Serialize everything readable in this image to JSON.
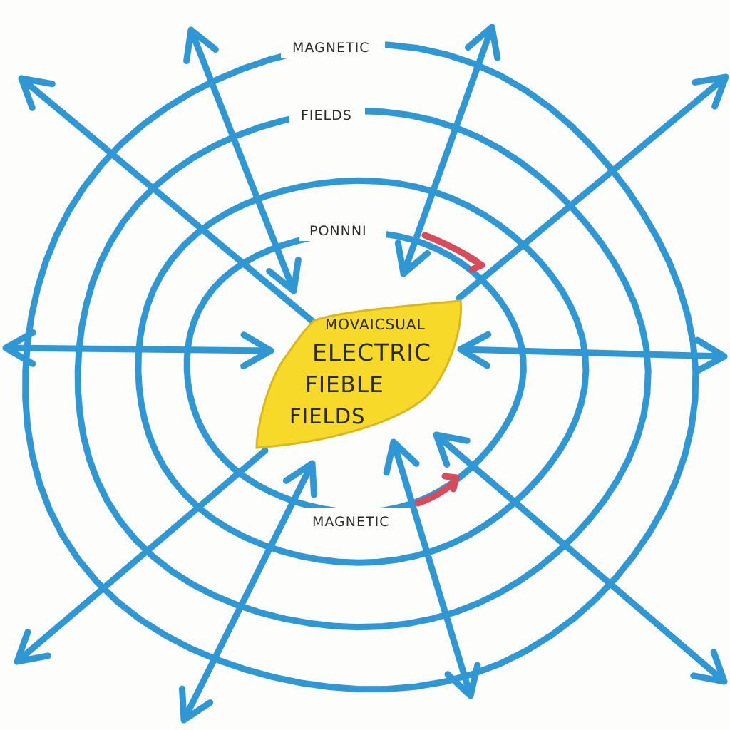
{
  "diagram": {
    "colors": {
      "field_line": "#2f97d4",
      "center_fill": "#f7d92a",
      "center_edge": "#d9b81a",
      "red_arrow": "#d94a5a",
      "text": "#2b2b2b"
    },
    "ring_labels": {
      "top_outer": "MAGNETIC",
      "top_second": "FIELDS",
      "top_inner": "PONNNI",
      "bottom": "MAGNETIC"
    },
    "center": {
      "line1": "MOVAICSUAL",
      "line2": "ELECTRIC",
      "line3": "FIEBLE",
      "line4": "FIELDS"
    }
  }
}
